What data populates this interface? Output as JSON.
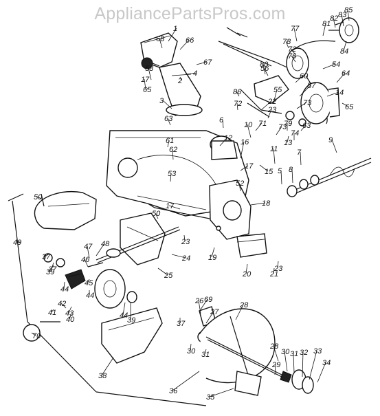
{
  "watermark": "AppliancePartsPros.com",
  "callouts": [
    "1",
    "2",
    "3",
    "4",
    "5",
    "6",
    "7",
    "8",
    "9",
    "10",
    "11",
    "12",
    "13",
    "14",
    "15",
    "16",
    "17",
    "17",
    "17",
    "18",
    "19",
    "20",
    "21",
    "22",
    "23",
    "23",
    "23",
    "24",
    "25",
    "26",
    "27",
    "28",
    "28",
    "29",
    "30",
    "30",
    "31",
    "31",
    "32",
    "33",
    "34",
    "35",
    "36",
    "37",
    "37",
    "37",
    "38",
    "39",
    "39",
    "40",
    "41",
    "42",
    "43",
    "44",
    "44",
    "44",
    "45",
    "46",
    "47",
    "48",
    "49",
    "50",
    "50",
    "52",
    "53",
    "54",
    "55",
    "56",
    "57",
    "58",
    "60",
    "61",
    "62",
    "63",
    "63",
    "64",
    "65",
    "65",
    "66",
    "67",
    "68",
    "69",
    "70",
    "71",
    "72",
    "72",
    "73",
    "73",
    "74",
    "76",
    "77",
    "78",
    "79",
    "80",
    "81",
    "82",
    "83",
    "84",
    "85",
    "86"
  ]
}
